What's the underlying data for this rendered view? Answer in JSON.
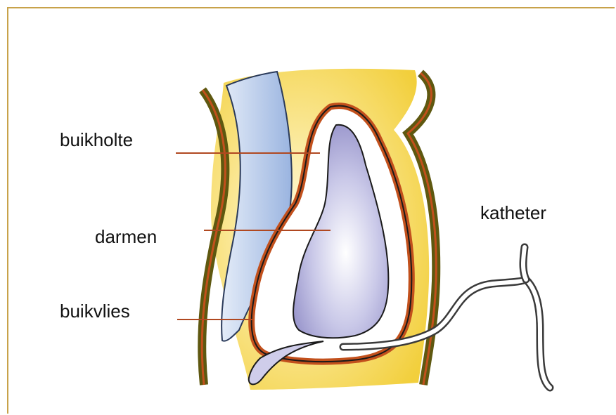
{
  "labels": {
    "buikholte": "buikholte",
    "darmen": "darmen",
    "buikvlies": "buikvlies",
    "katheter": "katheter"
  },
  "colors": {
    "frame": "#c8a24a",
    "tissue_yellow": "#f4d44a",
    "wall_olive": "#6b6414",
    "membrane_orange": "#c0501e",
    "muscle_blue": "#b8ccec",
    "organ_purple": "#b8b6de",
    "leader_line": "#b04820"
  }
}
